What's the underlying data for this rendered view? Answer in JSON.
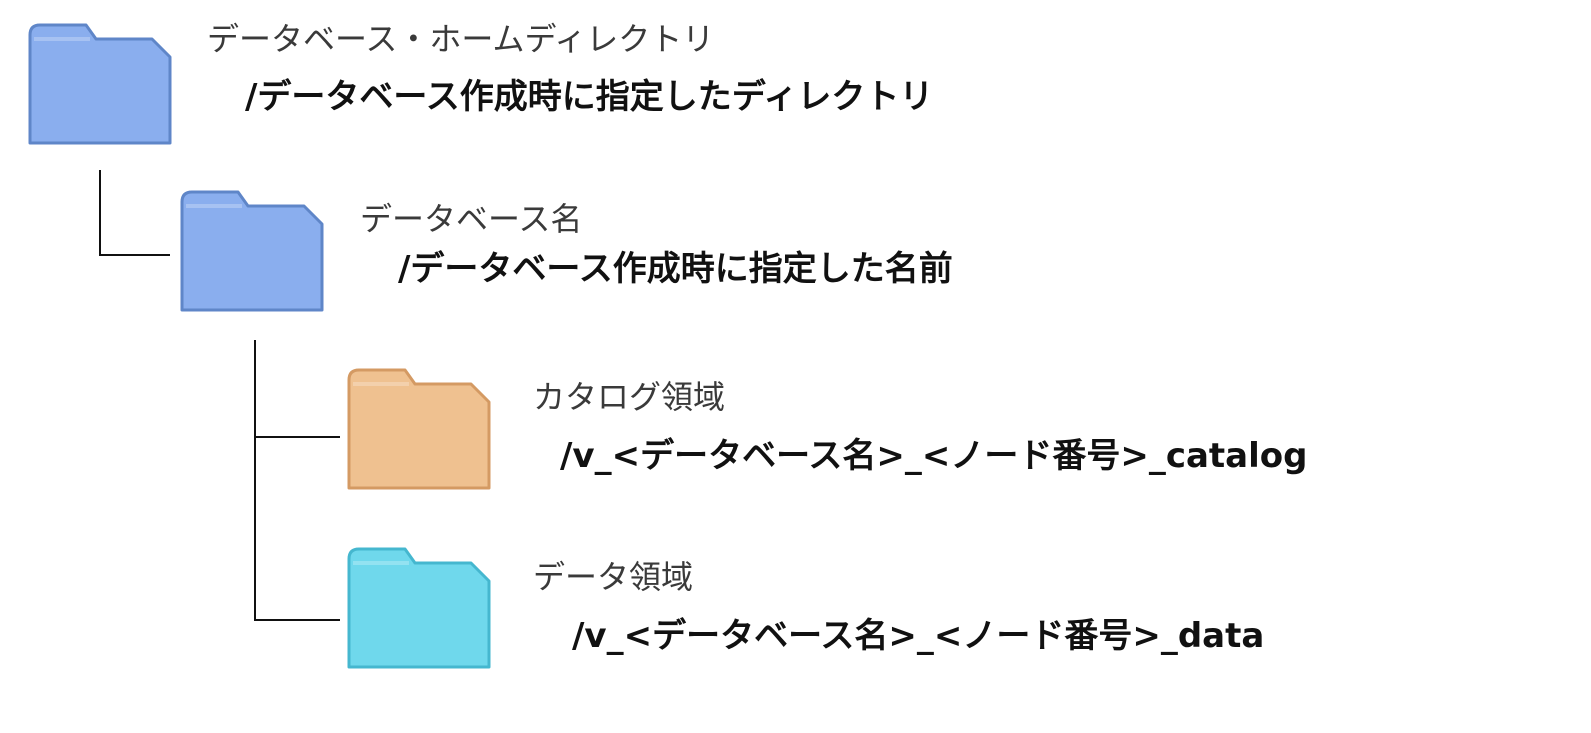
{
  "nodes": [
    {
      "name": "データベース・ホームディレクトリ",
      "path": "/データベース作成時に指定したディレクトリ",
      "icon": "folder-icon",
      "color": "#8aaeee",
      "border": "#5f86c8"
    },
    {
      "name": "データベース名",
      "path": "/データベース作成時に指定した名前",
      "icon": "folder-icon",
      "color": "#8aaeee",
      "border": "#5f86c8"
    },
    {
      "name": "カタログ領域",
      "path": "/v_<データベース名>_<ノード番号>_catalog",
      "icon": "folder-icon",
      "color": "#efc190",
      "border": "#d49a63"
    },
    {
      "name": "データ領域",
      "path": "/v_<データベース名>_<ノード番号>_data",
      "icon": "folder-icon",
      "color": "#6fd8ec",
      "border": "#45b7cf"
    }
  ]
}
